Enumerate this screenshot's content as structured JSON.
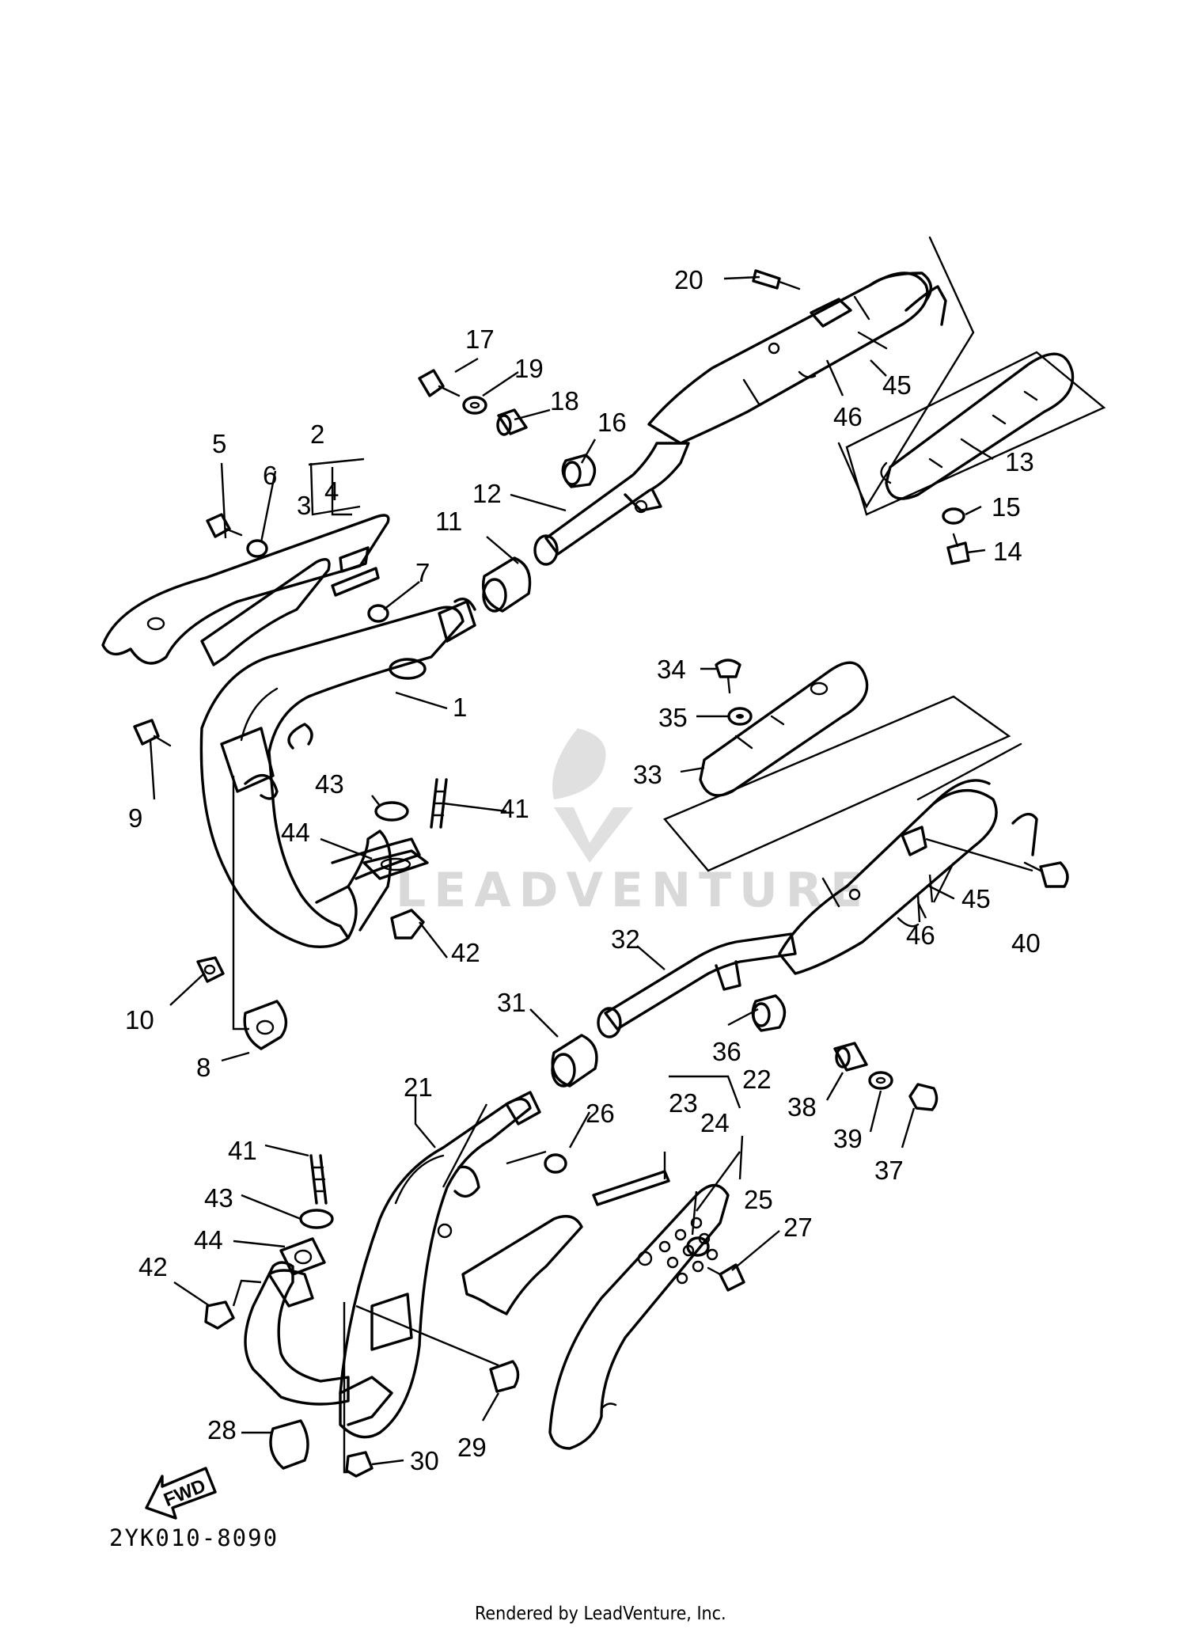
{
  "diagram": {
    "drawing_code": "2YK010-8090",
    "footer": "Rendered by LeadVenture, Inc.",
    "watermark": "LEADVENTURE",
    "fwd_label": "FWD",
    "callouts": {
      "p1": "1",
      "p2": "2",
      "p3": "3",
      "p4": "4",
      "p5": "5",
      "p6": "6",
      "p7": "7",
      "p8": "8",
      "p9": "9",
      "p10": "10",
      "p11": "11",
      "p12": "12",
      "p13": "13",
      "p14": "14",
      "p15": "15",
      "p16": "16",
      "p17": "17",
      "p18": "18",
      "p19": "19",
      "p20": "20",
      "p21": "21",
      "p22": "22",
      "p23": "23",
      "p24": "24",
      "p25": "25",
      "p26": "26",
      "p27": "27",
      "p28": "28",
      "p29": "29",
      "p30": "30",
      "p31": "31",
      "p32": "32",
      "p33": "33",
      "p34": "34",
      "p35": "35",
      "p36": "36",
      "p37": "37",
      "p38": "38",
      "p39": "39",
      "p40": "40",
      "p41a": "41",
      "p41b": "41",
      "p42a": "42",
      "p42b": "42",
      "p43a": "43",
      "p43b": "43",
      "p44a": "44",
      "p44b": "44",
      "p45a": "45",
      "p45b": "45",
      "p46a": "46",
      "p46b": "46"
    }
  }
}
